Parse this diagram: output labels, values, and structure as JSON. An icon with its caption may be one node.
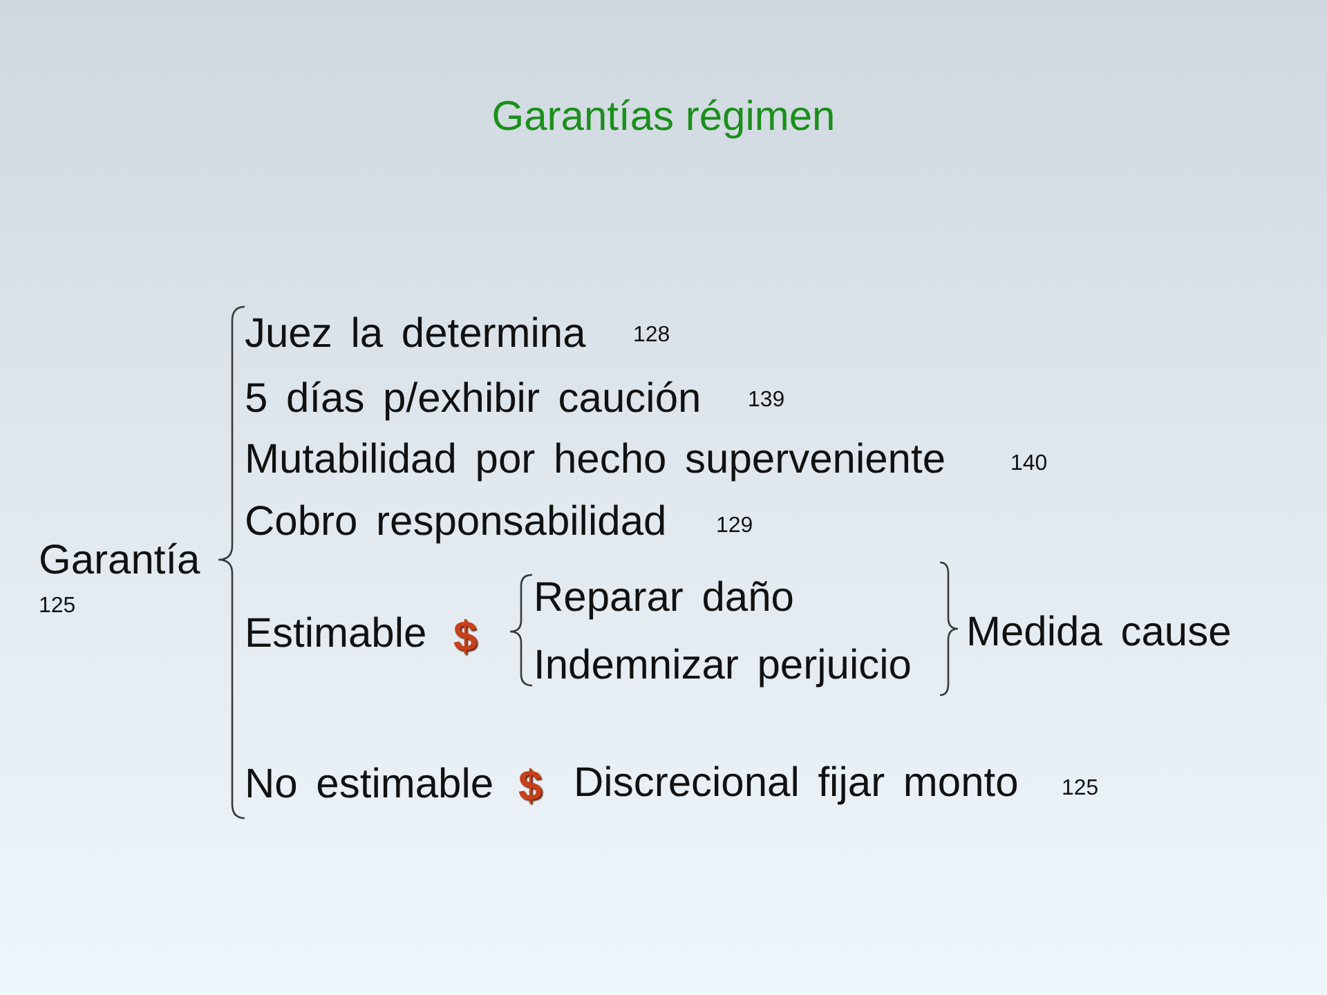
{
  "diagram": {
    "title": "Garantías régimen",
    "labels": [
      "Garantía",
      "125",
      "Juez la determina",
      "128",
      "5 días p/exhibir caución",
      "139",
      "Mutabilidad por hecho superveniente",
      "140",
      "Cobro responsabilidad",
      "129",
      "Estimable",
      "$",
      "Reparar daño",
      "Indemnizar perjuicio",
      "Medida cause",
      "No estimable",
      "$",
      "Discrecional fijar monto",
      "125"
    ]
  }
}
